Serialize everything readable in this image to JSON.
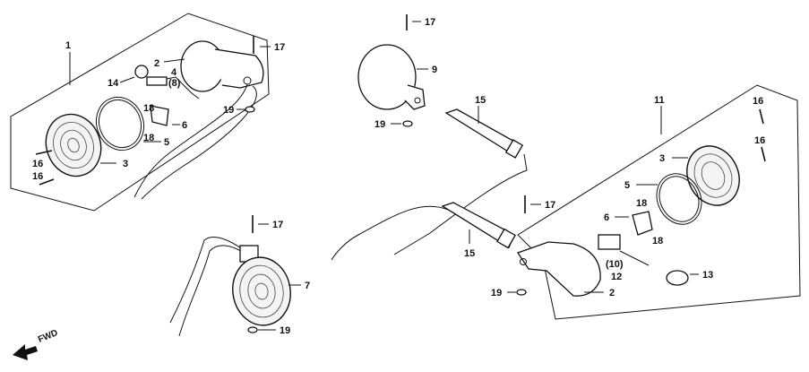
{
  "diagram": {
    "labels": {
      "l1": "1",
      "l2a": "2",
      "l4": "4",
      "l8": "(8)",
      "l14": "14",
      "l17a": "17",
      "l19a": "19",
      "l18a": "18",
      "l6a": "6",
      "l18b": "18",
      "l5a": "5",
      "l3a": "3",
      "l16a": "16",
      "l16b": "16",
      "l17b": "17",
      "l9": "9",
      "l19b": "19",
      "l15a": "15",
      "l11": "11",
      "l16c": "16",
      "l16d": "16",
      "l3b": "3",
      "l5b": "5",
      "l18c": "18",
      "l6b": "6",
      "l18d": "18",
      "l17c": "17",
      "l15b": "15",
      "l10": "(10)",
      "l12": "12",
      "l13": "13",
      "l2b": "2",
      "l19c": "19",
      "l17d": "17",
      "l7": "7",
      "l19d": "19"
    },
    "fwd_label": "FWD"
  }
}
